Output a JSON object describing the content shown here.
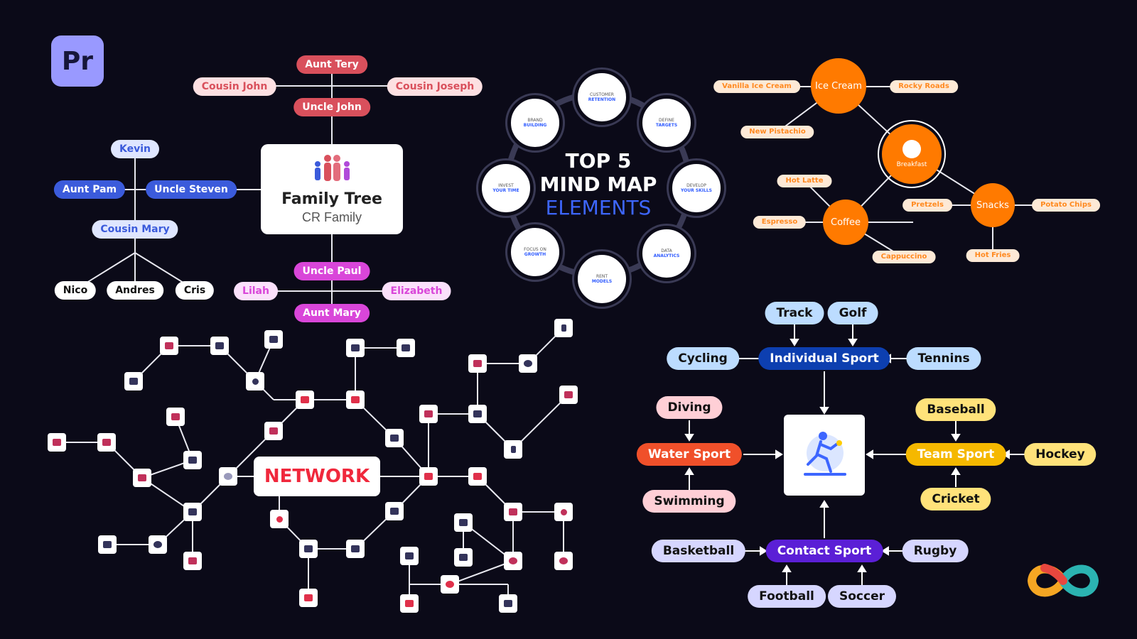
{
  "logo": {
    "text": "Pr"
  },
  "family_tree": {
    "title": "Family Tree",
    "subtitle": "CR Family",
    "top": [
      "Aunt Tery",
      "Cousin John",
      "Cousin Joseph",
      "Uncle John"
    ],
    "left": [
      "Kevin",
      "Aunt Pam",
      "Uncle Steven",
      "Cousin Mary",
      "Nico",
      "Andres",
      "Cris"
    ],
    "bottom": [
      "Uncle Paul",
      "Lilah",
      "Elizabeth",
      "Aunt Mary"
    ]
  },
  "mind_map": {
    "title_line1": "TOP 5",
    "title_line2": "MIND MAP",
    "title_line3": "ELEMENTS",
    "nodes": [
      {
        "a": "CUSTOMER",
        "b": "RETENTION"
      },
      {
        "a": "DEFINE",
        "b": "TARGETS"
      },
      {
        "a": "DEVELOP",
        "b": "YOUR SKILLS"
      },
      {
        "a": "DATA",
        "b": "ANALYTICS"
      },
      {
        "a": "RENT",
        "b": "MODELS"
      },
      {
        "a": "FOCUS ON",
        "b": "GROWTH"
      },
      {
        "a": "INVEST",
        "b": "YOUR TIME"
      },
      {
        "a": "BRAND",
        "b": "BUILDING"
      }
    ]
  },
  "breakfast": {
    "center": "Breakfast",
    "hubs": [
      "Ice Cream",
      "Coffee",
      "Snacks"
    ],
    "ice_cream_items": [
      "Vanilla Ice Cream",
      "Rocky Roads",
      "New Pistachio"
    ],
    "coffee_items": [
      "Hot Latte",
      "Espresso",
      "Cappuccino"
    ],
    "snacks_items": [
      "Pretzels",
      "Potato Chips",
      "Hot Fries"
    ]
  },
  "network": {
    "label": "NETWORK"
  },
  "sports": {
    "individual": "Individual Sport",
    "individual_items": [
      "Track",
      "Golf",
      "Cycling",
      "Tennins"
    ],
    "water": "Water Sport",
    "water_items": [
      "Diving",
      "Swimming"
    ],
    "team": "Team Sport",
    "team_items": [
      "Baseball",
      "Hockey",
      "Cricket"
    ],
    "contact": "Contact Sport",
    "contact_items": [
      "Basketball",
      "Rugby",
      "Football",
      "Soccer"
    ]
  },
  "colors": {
    "background": "#0b0a18",
    "family_top": "#d9505c",
    "family_left": "#3b5bdb",
    "family_bottom": "#d946d9",
    "breakfast": "#ff7a00",
    "network_red": "#f0283c",
    "individual": "#0d3fb0",
    "water": "#f0502a",
    "team": "#f5b800",
    "contact": "#5b1fd6"
  }
}
